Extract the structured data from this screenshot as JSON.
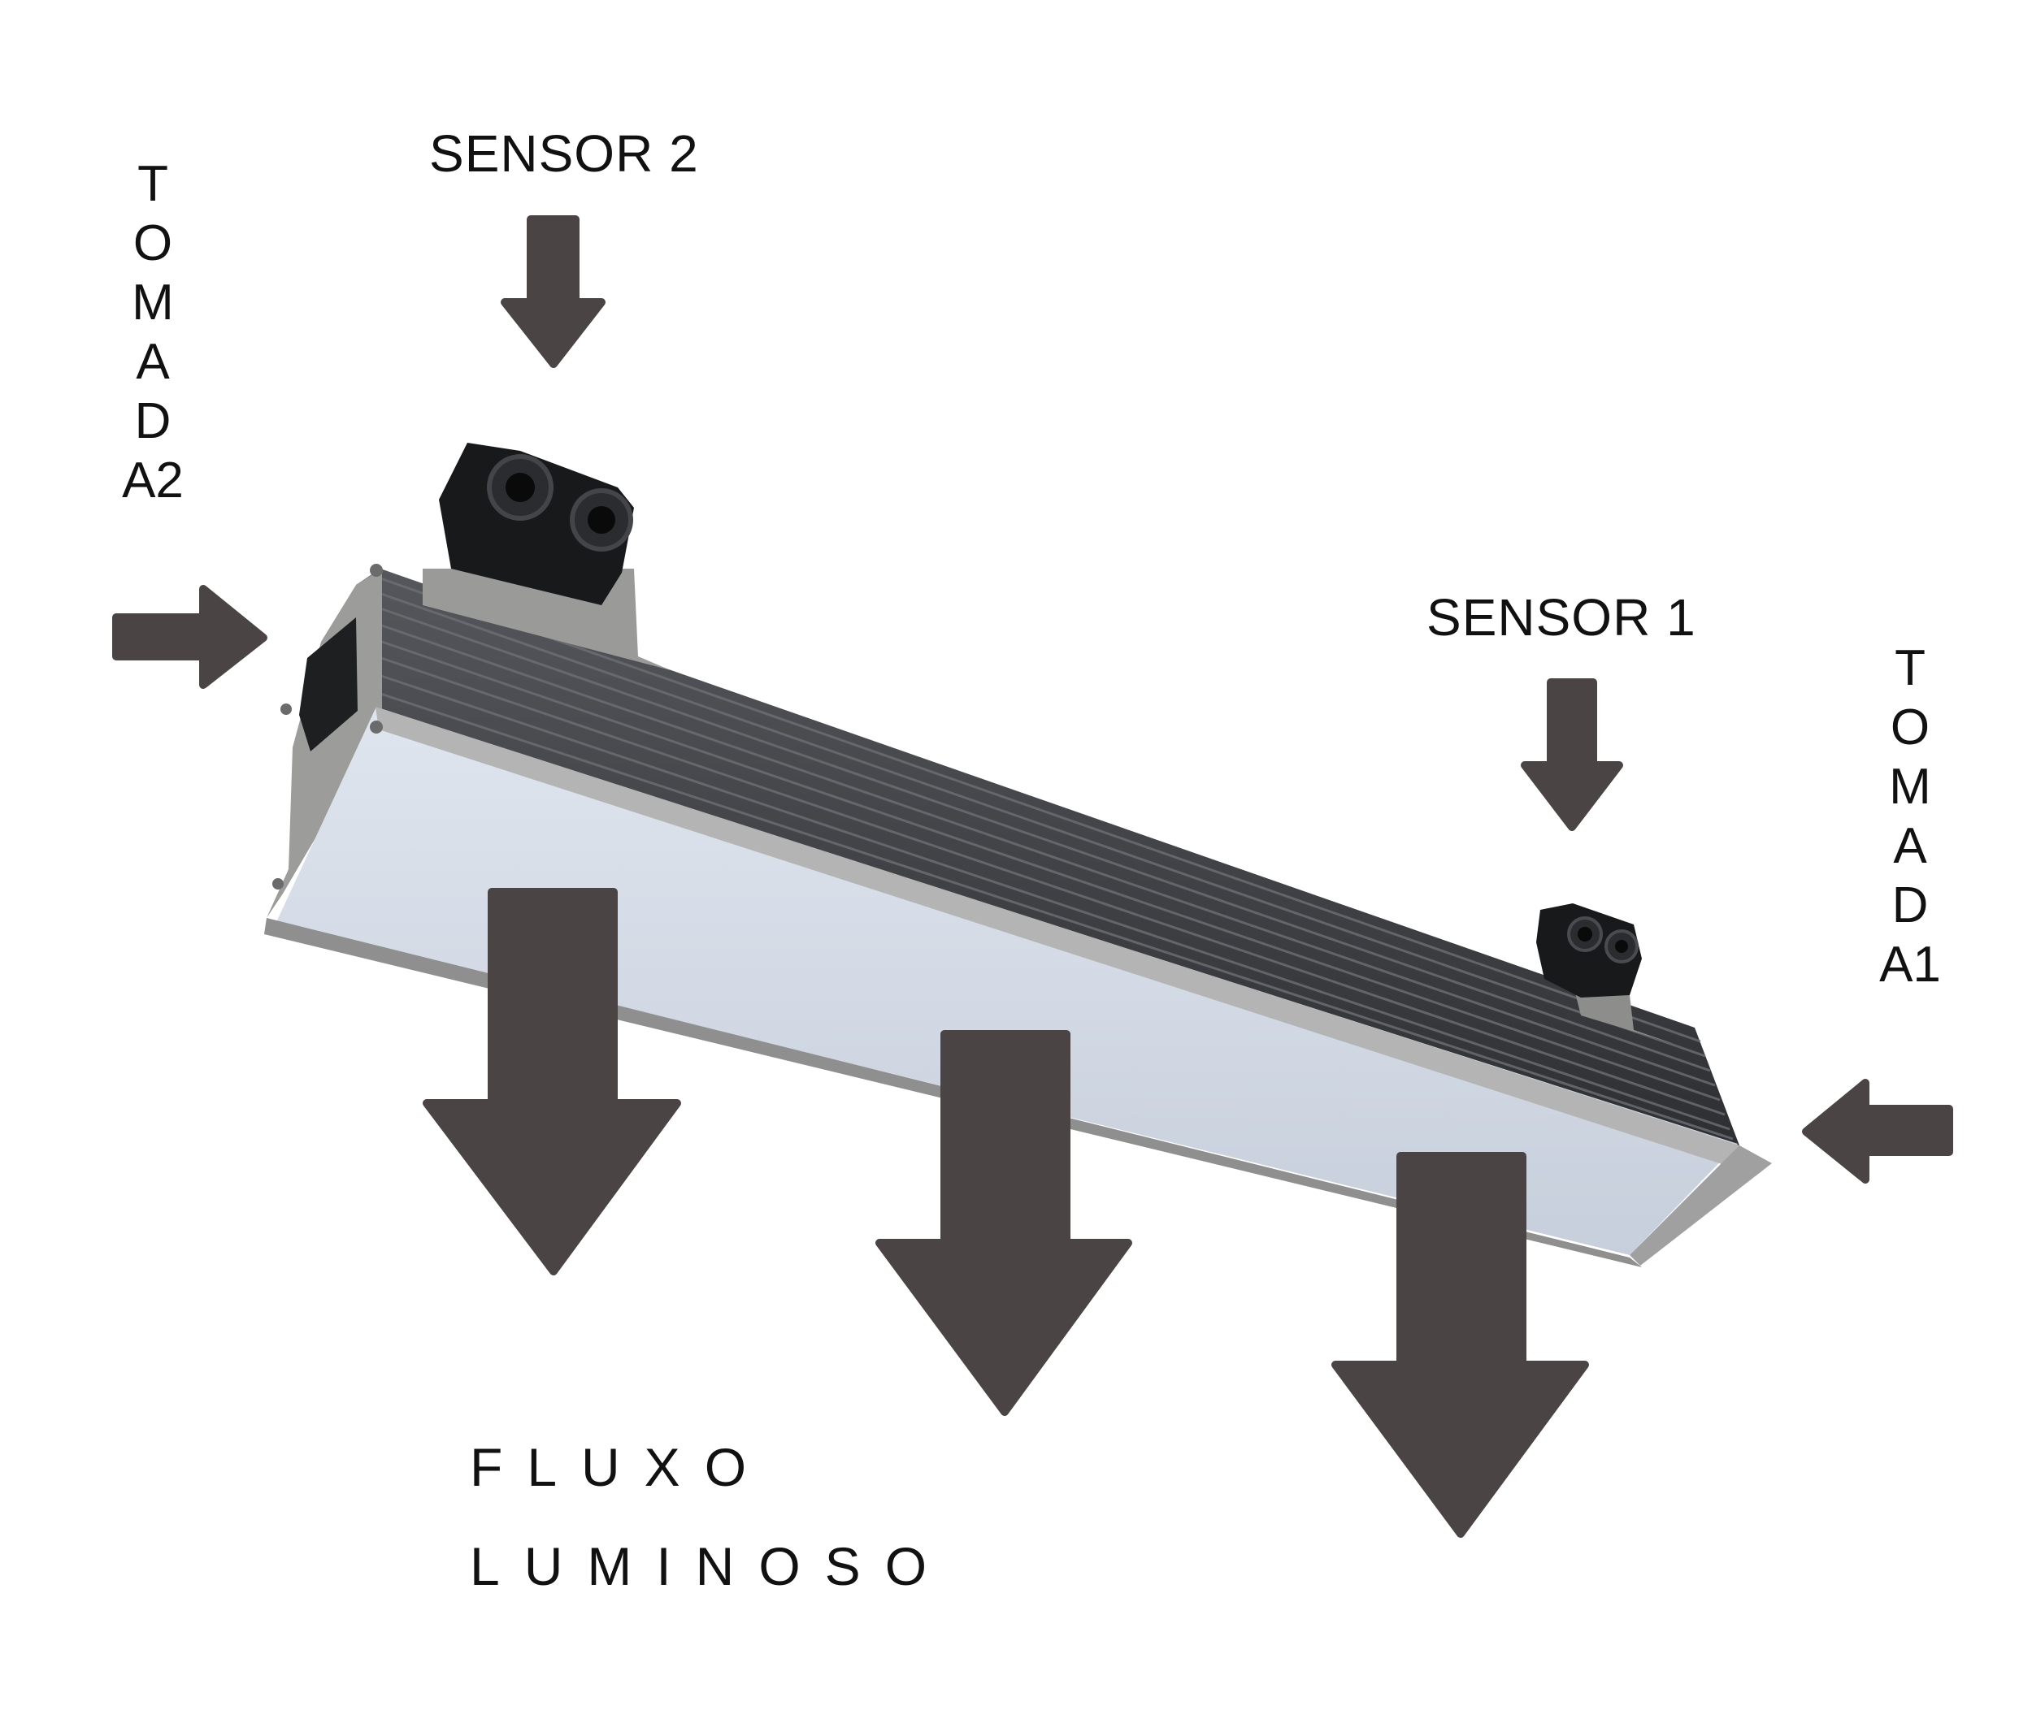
{
  "labels": {
    "sensor_2": "SENSOR 2",
    "sensor_1": "SENSOR 1",
    "tomada_2": "TOMADA2",
    "tomada_1": "TOMADA1",
    "fluxo_line1": "FLUXO",
    "fluxo_line2": "LUMINOSO"
  },
  "colors": {
    "arrow": "#4a4444",
    "text": "#111111",
    "housing_fins": "#3b3c40",
    "diffuser": "#d4dbe6",
    "frame": "#a9aaa9",
    "sensor_body": "#17181a"
  }
}
